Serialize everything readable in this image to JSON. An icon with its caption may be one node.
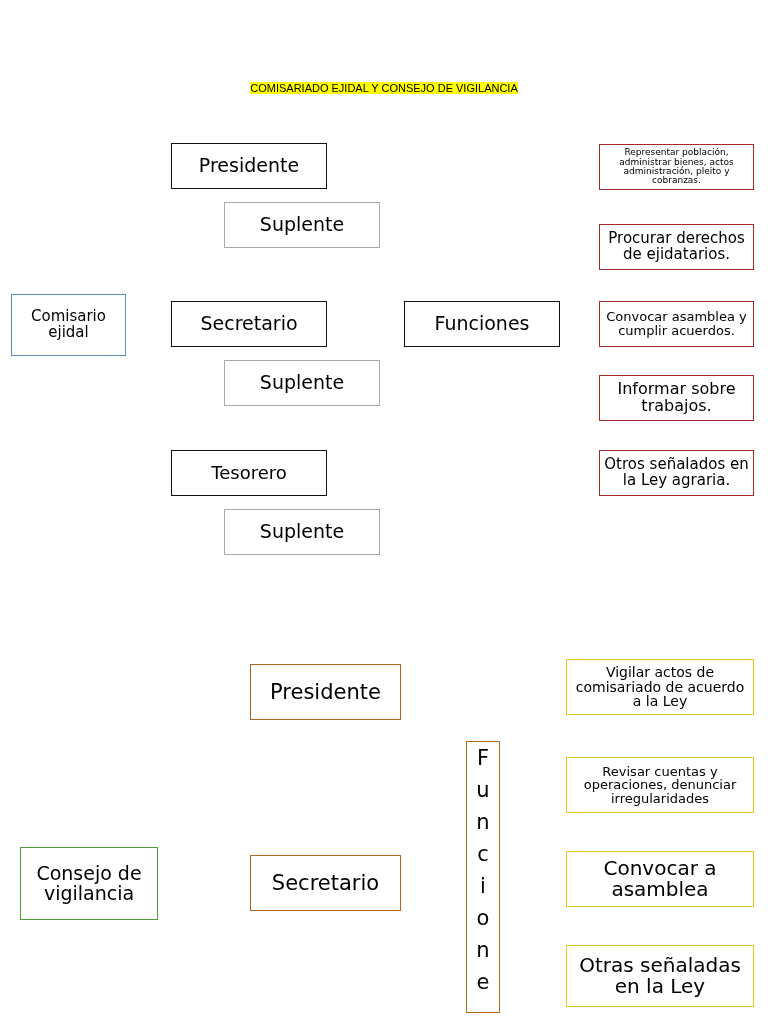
{
  "diagram": {
    "title": "COMISARIADO EJIDAL Y CONSEJO DE VIGILANCIA",
    "nodes": [
      {
        "text": [
          "Presidente"
        ]
      },
      {
        "text": [
          "Suplente"
        ]
      },
      {
        "text": [
          "Representar población, administrar bienes, actos administración, pleito y cobranzas."
        ]
      },
      {
        "text": [
          "Procurar derechos de ejidatarios."
        ]
      },
      {
        "text": [
          "Comisario ejidal"
        ]
      },
      {
        "text": [
          "Secretario"
        ]
      },
      {
        "text": [
          "Funciones"
        ]
      },
      {
        "text": [
          "Convocar asamblea y cumplir acuerdos."
        ]
      },
      {
        "text": [
          "Suplente"
        ]
      },
      {
        "text": [
          "Informar sobre trabajos."
        ]
      },
      {
        "text": [
          "Tesorero"
        ]
      },
      {
        "text": [
          "Otros señalados en la Ley agraria."
        ]
      },
      {
        "text": [
          "Suplente"
        ]
      },
      {
        "text": [
          "Presidente"
        ]
      },
      {
        "text": [
          "Vigilar actos de comisariado de acuerdo a la Ley"
        ]
      },
      {
        "text": [
          "Funcione"
        ]
      },
      {
        "text": [
          "Revisar cuentas y operaciones, denunciar irregularidades"
        ]
      },
      {
        "text": [
          "Consejo de vigilancia"
        ]
      },
      {
        "text": [
          "Secretario"
        ]
      },
      {
        "text": [
          "Convocar a asamblea"
        ]
      },
      {
        "text": [
          "Otras señaladas en la Ley"
        ]
      }
    ]
  }
}
